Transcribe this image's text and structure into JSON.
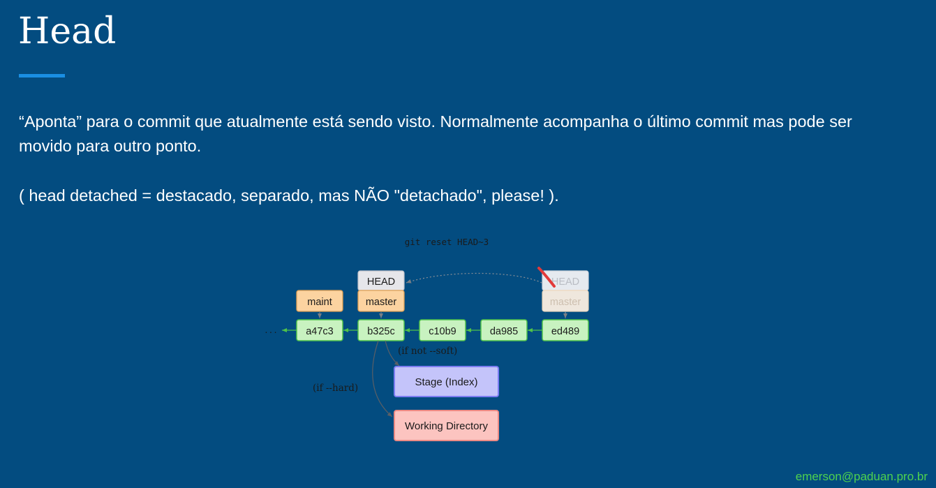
{
  "slide": {
    "title": "Head",
    "paragraph1": "“Aponta” para o commit que atualmente está sendo visto. Normalmente acompanha o último commit mas pode ser movido para outro ponto.",
    "paragraph2": "( head detached = destacado, separado, mas NÃO \"detachado\", please! ).",
    "footer": "emerson@paduan.pro.br"
  },
  "diagram": {
    "command": "git reset HEAD~3",
    "ellipsis": "...",
    "commits": [
      "a47c3",
      "b325c",
      "c10b9",
      "da985",
      "ed489"
    ],
    "head_label": "HEAD",
    "master_label": "master",
    "maint_label": "maint",
    "old_head_label": "HEAD",
    "old_master_label": "master",
    "if_not_soft": "(if not --soft)",
    "if_hard": "(if --hard)",
    "stage": "Stage (Index)",
    "working_dir": "Working Directory",
    "colors": {
      "background": "#034c80",
      "commit_fill": "#c8f2c0",
      "commit_stroke": "#4fc24a",
      "branch_fill": "#fcd3a0",
      "branch_stroke": "#e0a054",
      "head_fill": "#e6e6ea",
      "stage_fill": "#c4c4fa",
      "stage_stroke": "#7c7cf2",
      "workdir_fill": "#fcc4c0",
      "workdir_stroke": "#ec8a84",
      "footer": "#4ed24e"
    }
  }
}
